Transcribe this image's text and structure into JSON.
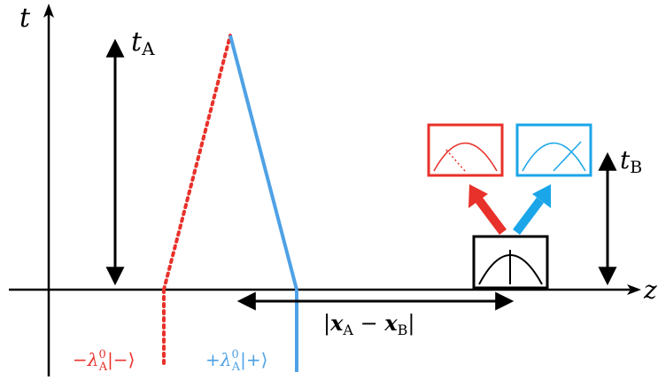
{
  "labels": {
    "time_axis": "t",
    "space_axis": "z",
    "tA_main": "t",
    "tA_sub": "A",
    "tB_main": "t",
    "tB_sub": "B",
    "distance_open": "|",
    "distance_xA": "x",
    "distance_xA_sub": "A",
    "distance_minus": " − ",
    "distance_xB": "x",
    "distance_xB_sub": "B",
    "distance_close": "|",
    "minus_sign": "−λ",
    "minus_sup": "0",
    "minus_sub": "A",
    "minus_ket": "|−⟩",
    "plus_sign": "+λ",
    "plus_sup": "0",
    "plus_sub": "A",
    "plus_ket": "|+⟩"
  },
  "colors": {
    "axis": "#000000",
    "red": "#e8312a",
    "blue_path": "#4ea1e6",
    "blue_box": "#1aa6e8",
    "detector": "#000000"
  }
}
